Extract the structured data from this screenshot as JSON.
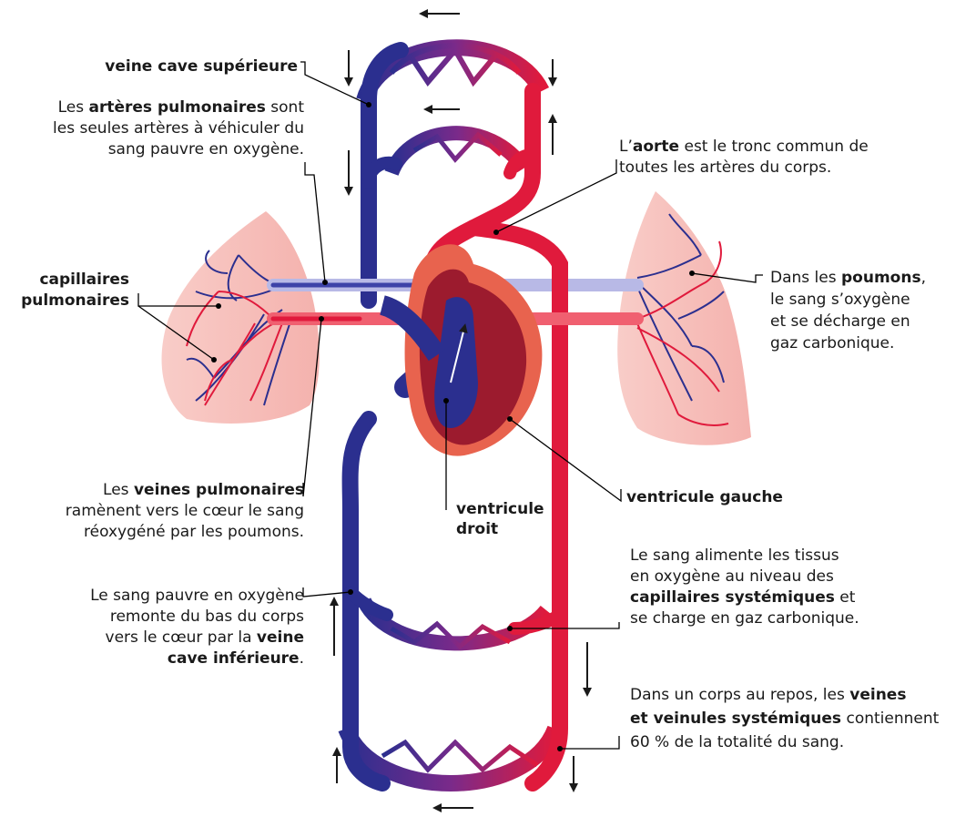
{
  "labels": {
    "vcs": [
      "veine cave supérieure"
    ],
    "art_pulm": [
      "Les artères pulmonaires sont",
      "les seules artères à véhiculer du",
      "sang pauvre en oxygène."
    ],
    "aorte": [
      "L’aorte est le tronc commun de",
      "toutes les artères du corps."
    ],
    "cap_pulm": [
      "capillaires",
      "pulmonaires"
    ],
    "poumons": [
      "Dans les poumons,",
      "le sang s’oxygène",
      "et se décharge en",
      "gaz carbonique."
    ],
    "veines_pulm": [
      "Les veines pulmonaires",
      "ramènent vers le cœur le sang",
      "réoxygéné par les poumons."
    ],
    "vent_droit": [
      "ventricule",
      "droit"
    ],
    "vent_gauche": [
      "ventricule gauche"
    ],
    "sang_tissus": [
      "Le sang alimente les tissus",
      "en oxygène au niveau des",
      "capillaires systémiques et",
      "se charge en gaz carbonique."
    ],
    "vci": [
      "Le sang pauvre en oxygène",
      "remonte du bas du corps",
      "vers le cœur par la veine",
      "cave inférieure."
    ],
    "veines_sys": [
      "Dans un corps au repos, les veines",
      "et veinules systémiques contiennent",
      "60 % de la totalité du sang."
    ]
  },
  "bold_terms": {
    "art_pulm": "artères pulmonaires",
    "aorte": "aorte",
    "poumons": "poumons",
    "veines_pulm": "veines pulmonaires",
    "vci_1": "veine",
    "vci_2": "cave inférieure",
    "sang_tissus": "capillaires systémiques",
    "veines_sys_1": "veines",
    "veines_sys_2": "et veinules systémiques"
  },
  "colors": {
    "venous_blue": "#2b2f8f",
    "arterial_red": "#e01a3c",
    "capillary_purple": "#7a2a8a",
    "lung_pink": "#f7b9b4",
    "heart_dark": "#9c1b2e",
    "leader_line": "#000000"
  }
}
